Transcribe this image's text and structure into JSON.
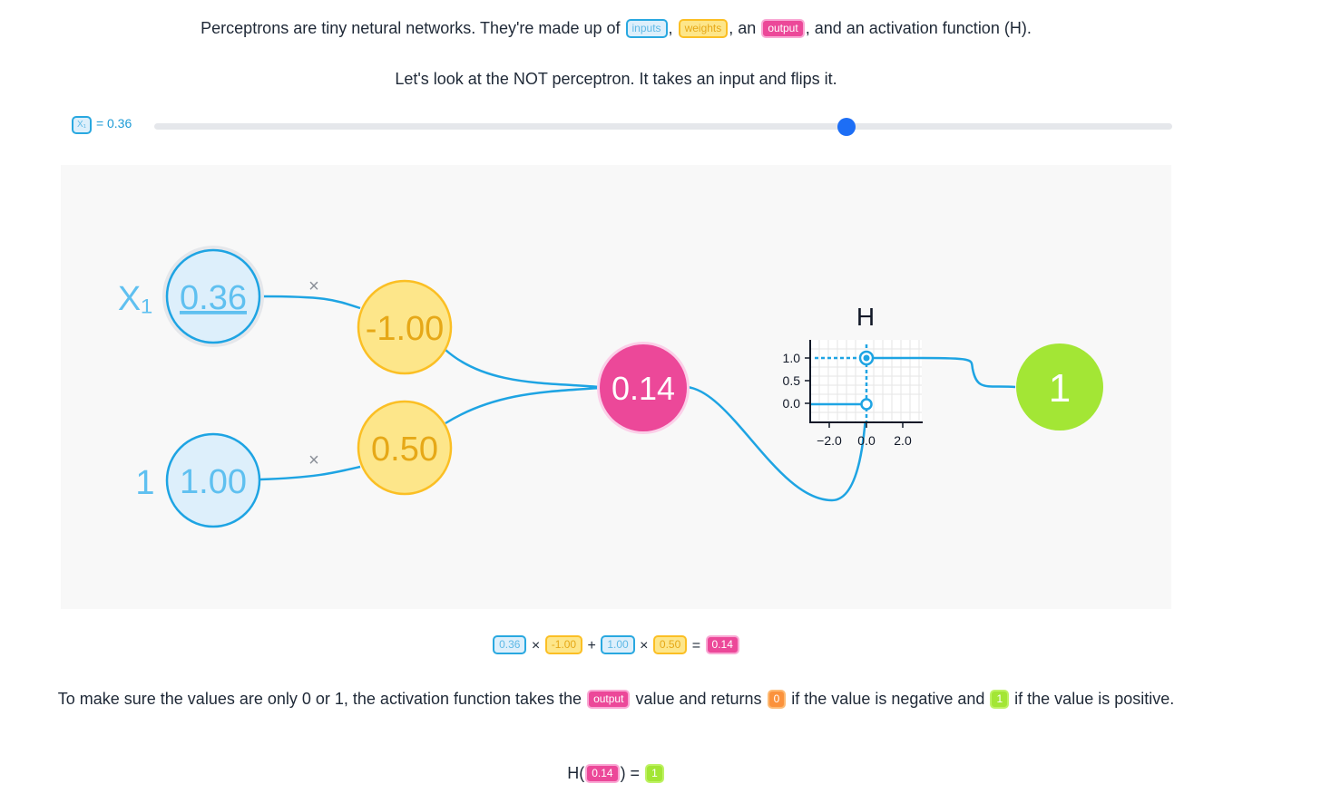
{
  "intro": {
    "prefix": "Perceptrons are tiny netural networks. They're made up of",
    "inputs_tag": "inputs",
    "sep1": ",",
    "weights_tag": "weights",
    "sep2": ", an",
    "output_tag": "output",
    "suffix": ", and an activation function (H)."
  },
  "subtitle": "Let's look at the NOT perceptron. It takes an input and flips it.",
  "slider": {
    "variable": "X₁",
    "equals_value": "= 0.36",
    "value": 0.36,
    "min": -1,
    "max": 1
  },
  "diagram": {
    "input_x1": {
      "label": "X₁",
      "value": "0.36"
    },
    "input_bias": {
      "label": "1",
      "value": "1.00"
    },
    "weight_1": "-1.00",
    "weight_2": "0.50",
    "multiply_symbol": "×",
    "sum_output": "0.14",
    "activation": {
      "title": "H",
      "y_ticks": [
        "1.0",
        "0.5",
        "0.0"
      ],
      "x_ticks": [
        "−2.0",
        "0.0",
        "2.0"
      ]
    },
    "final_output": "1"
  },
  "equation": {
    "x1": "0.36",
    "op1": "×",
    "w1": "-1.00",
    "op2": "+",
    "bias": "1.00",
    "op3": "×",
    "w2": "0.50",
    "eq": "=",
    "result": "0.14"
  },
  "explanation": {
    "part1": "To make sure the values are only 0 or 1, the activation function takes the",
    "output_tag": "output",
    "part2": "value and returns",
    "zero_tag": "0",
    "part3": "if the value is negative and",
    "one_tag": "1",
    "part4": "if the value is positive."
  },
  "h_equation": {
    "prefix": "H(",
    "value": "0.14",
    "middle": ") =",
    "result": "1"
  },
  "colors": {
    "input": "#29a8e0",
    "weight": "#fbbf24",
    "output": "#ec4899",
    "activated": "#a3e635",
    "slider_thumb": "#1d6ef5"
  }
}
